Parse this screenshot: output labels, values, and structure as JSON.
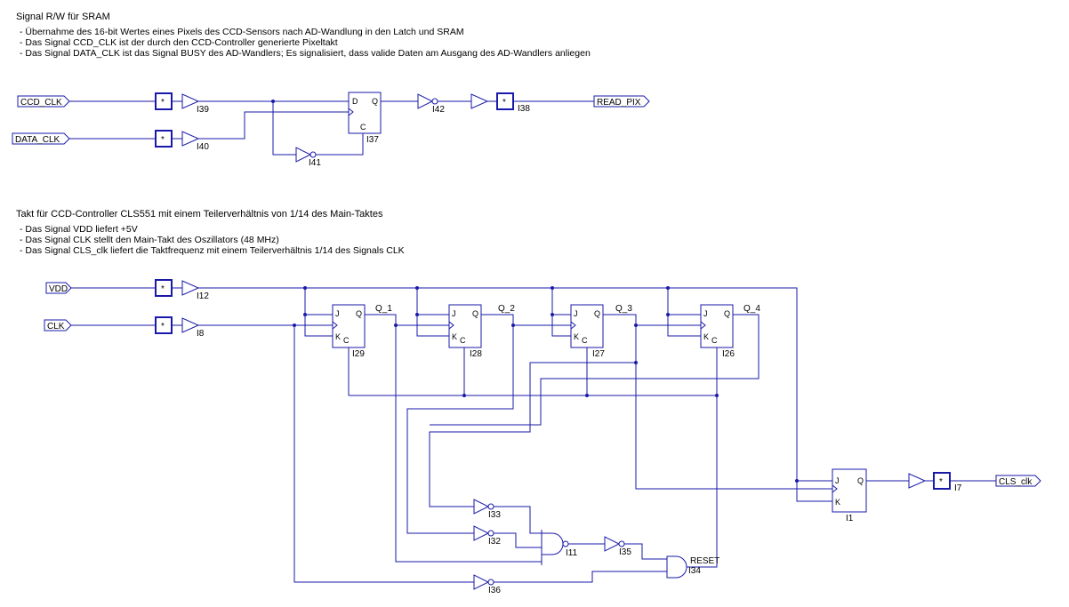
{
  "section1": {
    "title": "Signal R/W für SRAM",
    "notes": [
      "- Übernahme des 16-bit Wertes eines Pixels des CCD-Sensors nach AD-Wandlung in den Latch und SRAM",
      "- Das Signal CCD_CLK ist der durch den CCD-Controller generierte Pixeltakt",
      "- Das Signal DATA_CLK ist das Signal BUSY des AD-Wandlers; Es signalisiert, dass valide Daten am Ausgang des AD-Wandlers anliegen"
    ]
  },
  "section2": {
    "title": "Takt für CCD-Controller CLS551 mit einem Teilerverhältnis von 1/14 des Main-Taktes",
    "notes": [
      "- Das Signal VDD liefert +5V",
      "- Das Signal CLK stellt den Main-Takt des Oszillators (48 MHz)",
      "- Das Signal CLS_clk liefert die Taktfrequenz mit einem Teilerverhältnis 1/14 des Signals CLK"
    ]
  },
  "ports": {
    "ccd_clk": "CCD_CLK",
    "data_clk": "DATA_CLK",
    "read_pix": "READ_PIX",
    "vdd": "VDD",
    "clk": "CLK",
    "cls_clk": "CLS_clk"
  },
  "buffer_mark": "*",
  "instances": {
    "i39": "I39",
    "i40": "I40",
    "i41": "I41",
    "i42": "I42",
    "i38": "I38",
    "i37": "I37",
    "i12": "I12",
    "i8": "I8",
    "i29": "I29",
    "i28": "I28",
    "i27": "I27",
    "i26": "I26",
    "i1": "I1",
    "i7": "I7",
    "i33": "I33",
    "i32": "I32",
    "i11": "I11",
    "i35": "I35",
    "i34": "I34",
    "i36": "I36"
  },
  "nets": {
    "q1": "Q_1",
    "q2": "Q_2",
    "q3": "Q_3",
    "q4": "Q_4",
    "reset": "RESET"
  },
  "pins": {
    "d": "D",
    "q": "Q",
    "c": "C",
    "j": "J",
    "k": "K"
  }
}
